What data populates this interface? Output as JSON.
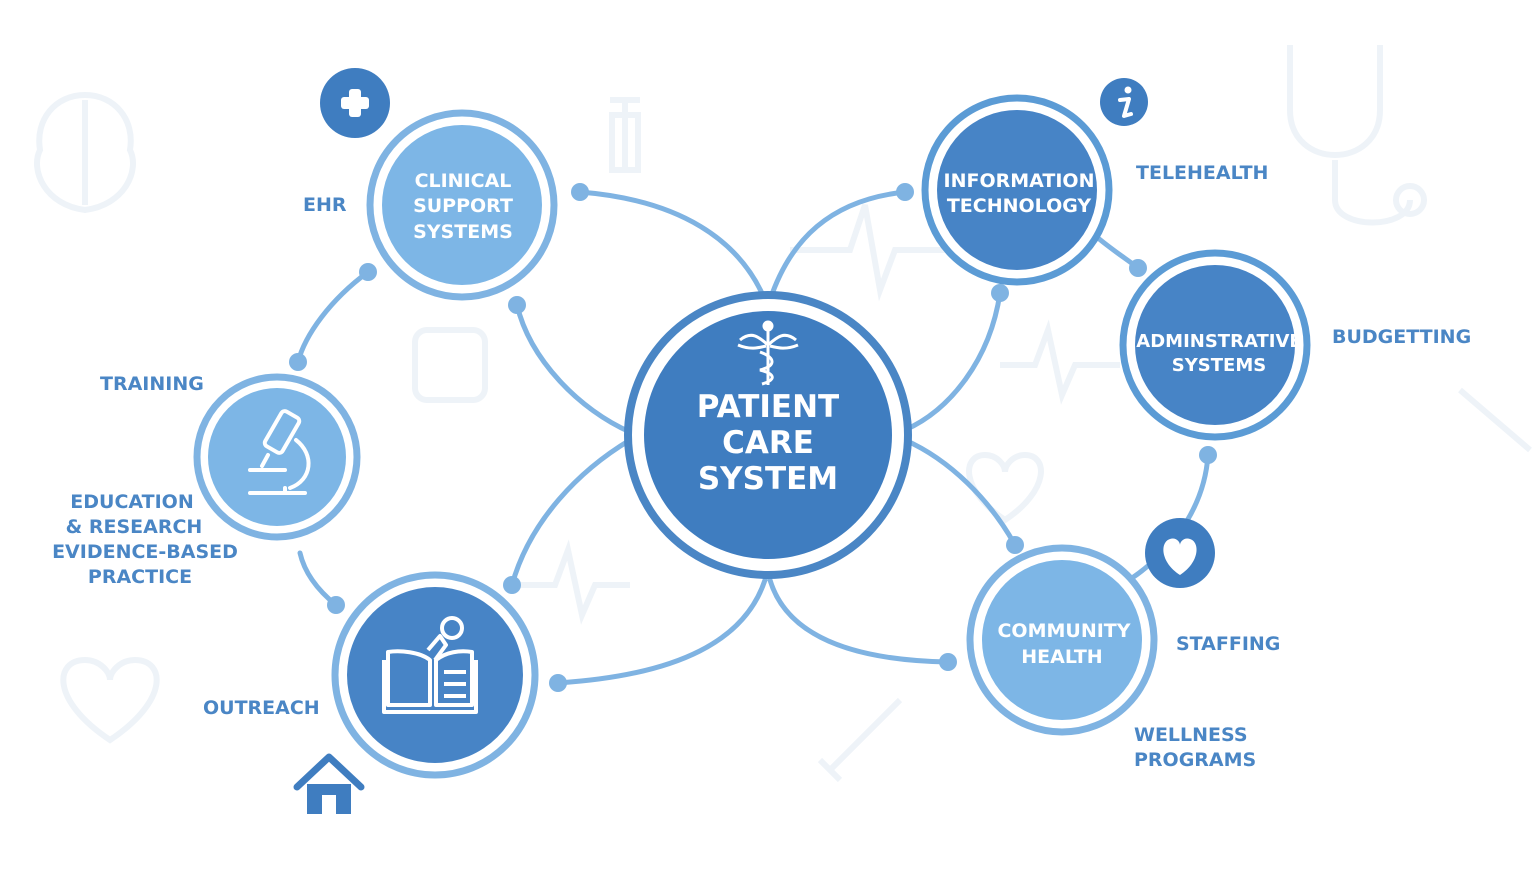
{
  "colors": {
    "line": "#7fb3e2",
    "ring": "#5b9bd5",
    "center_fill": "#3f7dc0",
    "dark_fill": "#4784c6",
    "light_fill": "#7db6e6",
    "label": "#4a86c5",
    "watermark": "#eef3f8"
  },
  "center": {
    "icon": "caduceus-icon",
    "lines": [
      "PATIENT",
      "CARE",
      "SYSTEM"
    ]
  },
  "nodes": {
    "clinical": {
      "lines": [
        "CLINICAL",
        "SUPPORT",
        "SYSTEMS"
      ]
    },
    "it": {
      "lines": [
        "INFORMATION",
        "TECHNOLOGY"
      ]
    },
    "admin": {
      "lines": [
        "ADMINSTRATIVE",
        "SYSTEMS"
      ]
    },
    "community": {
      "lines": [
        "COMMUNITY",
        "HEALTH"
      ]
    },
    "microscope": {
      "icon": "microscope-icon"
    },
    "book": {
      "icon": "book-icon"
    }
  },
  "badges": {
    "plus": "plus-icon",
    "info": "info-icon",
    "heart": "heart-icon",
    "home": "home-icon"
  },
  "labels": {
    "ehr": "EHR",
    "training": "TRAINING",
    "education": [
      "EDUCATION",
      "& RESEARCH",
      "EVIDENCE-BASED",
      "PRACTICE"
    ],
    "outreach": "OUTREACH",
    "telehealth": "TELEHEALTH",
    "budgetting": "BUDGETTING",
    "staffing": "STAFFING",
    "wellness": [
      "WELLNESS",
      "PROGRAMS"
    ]
  }
}
